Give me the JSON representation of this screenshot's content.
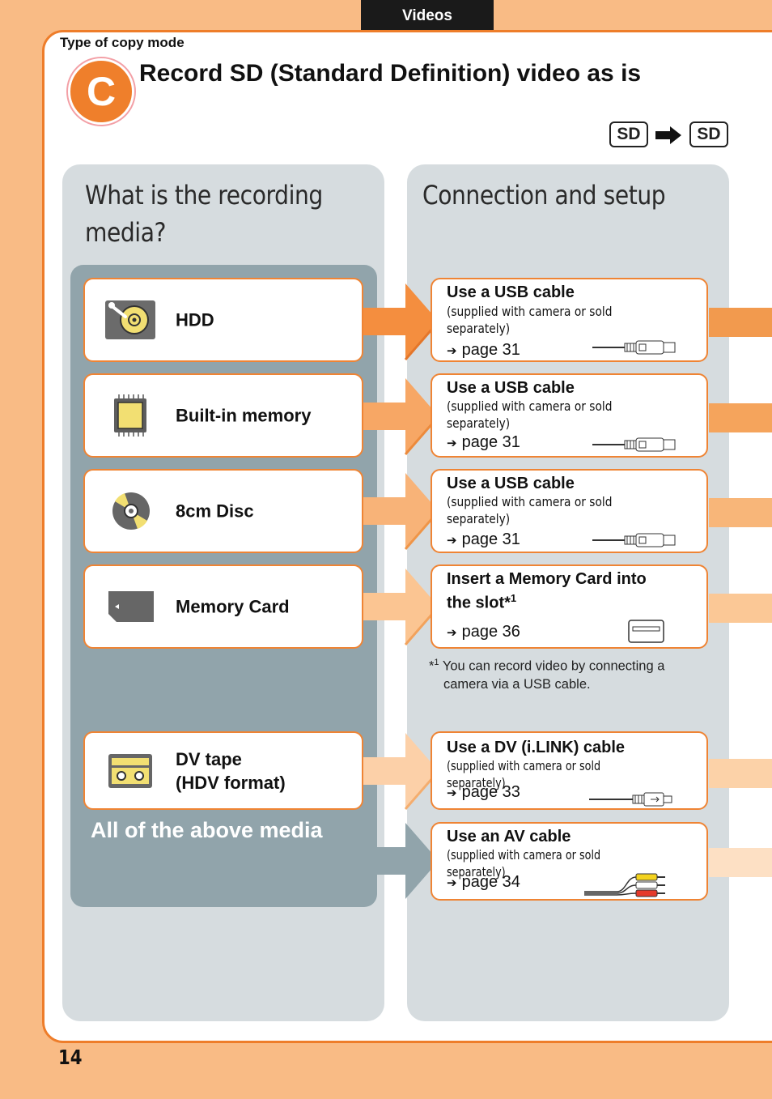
{
  "header": {
    "section_tab": "Videos"
  },
  "page": {
    "type_label": "Type of copy mode",
    "badge": "C",
    "title": "Record SD (Standard Definition) video as is",
    "format_from": "SD",
    "format_to": "SD",
    "page_number": "14"
  },
  "left_column": {
    "title_line1": "What is the recording",
    "title_line2": "media?",
    "media": [
      {
        "label": "HDD",
        "icon": "hdd-icon"
      },
      {
        "label": "Built-in memory",
        "icon": "memory-chip-icon"
      },
      {
        "label": "8cm Disc",
        "icon": "disc-icon"
      },
      {
        "label": "Memory Card",
        "icon": "memory-card-icon"
      },
      {
        "label_line1": "DV tape",
        "label_line2": "(HDV format)",
        "icon": "dv-tape-icon"
      }
    ],
    "all_media": "All of the above media"
  },
  "right_column": {
    "title": "Connection and setup",
    "steps": [
      {
        "title": "Use a USB cable",
        "note_line1": "(supplied with camera or sold",
        "note_line2": "separately)",
        "page": "page 31",
        "cable": "usb-cable-icon"
      },
      {
        "title": "Use a USB cable",
        "note_line1": "(supplied with camera or sold",
        "note_line2": "separately)",
        "page": "page 31",
        "cable": "usb-cable-icon"
      },
      {
        "title": "Use a USB cable",
        "note_line1": "(supplied with camera or sold",
        "note_line2": "separately)",
        "page": "page 31",
        "cable": "usb-cable-icon"
      },
      {
        "title_line1": "Insert a Memory Card into",
        "title_line2": "the slot*",
        "title_sup": "1",
        "page": "page 36",
        "cable": "card-slot-icon"
      },
      {
        "title": "Use a DV (i.LINK) cable",
        "note": "(supplied with camera or sold separately)",
        "page": "page 33",
        "cable": "dv-cable-icon"
      },
      {
        "title": "Use an AV cable",
        "note": "(supplied with camera or sold separately)",
        "page": "page 34",
        "cable": "av-cable-icon"
      }
    ],
    "footnote_mark": "*",
    "footnote_sup": "1",
    "footnote_line1": "You can record video by connecting a",
    "footnote_line2": "camera via a USB cable."
  },
  "colors": {
    "background": "#f9bb85",
    "accent": "#ee7d2a",
    "panel_gray": "#d6dcdf",
    "media_panel": "#91a4ab"
  },
  "page_arrow_glyph": "➔"
}
